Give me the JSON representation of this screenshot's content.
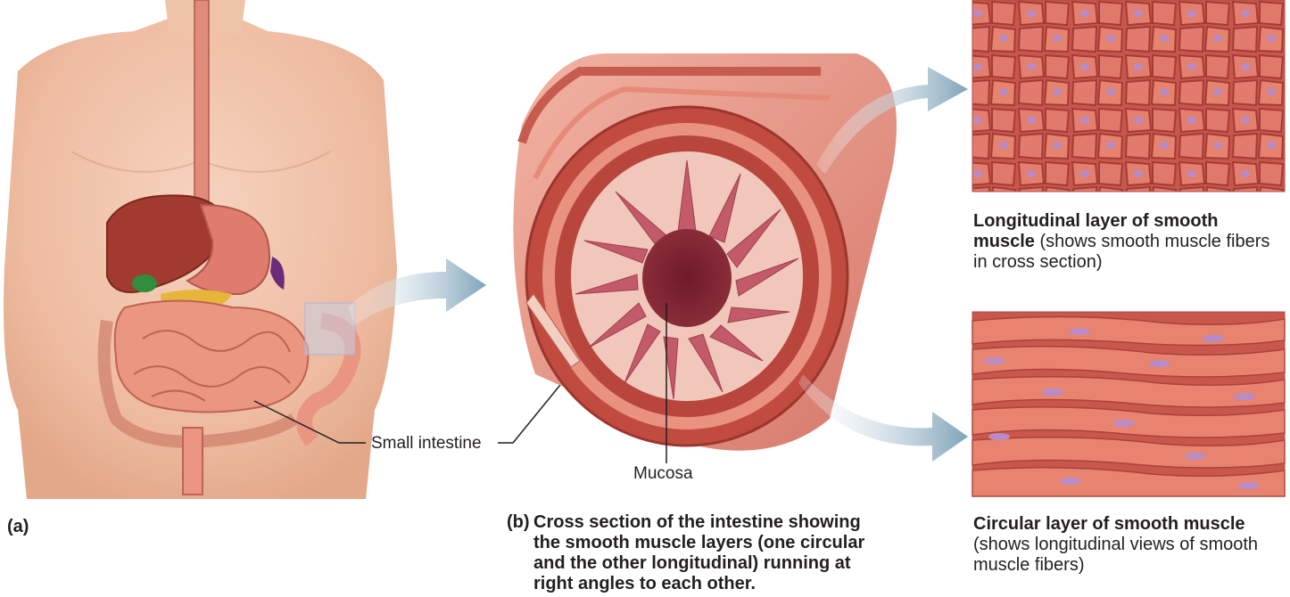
{
  "panel_a": {
    "label": "(a)",
    "organ_label": "Small intestine"
  },
  "panel_b": {
    "mucosa_label": "Mucosa",
    "caption_letter": "(b)",
    "caption_lines": [
      "Cross section of the intestine showing",
      "the smooth muscle layers (one circular",
      "and the other longitudinal) running at",
      "right angles to each other."
    ]
  },
  "longitudinal": {
    "title_bold_1": "Longitudinal layer of smooth",
    "title_bold_2": "muscle",
    "desc_1": " (shows smooth muscle fibers",
    "desc_2": "in cross section)"
  },
  "circular": {
    "title_bold": "Circular layer of smooth muscle",
    "desc_1": "(shows longitudinal views of smooth",
    "desc_2": "muscle fibers)"
  },
  "colors": {
    "skin": "#f2c7ad",
    "muscle": "#d9665a",
    "mucosa": "#7d2331",
    "arrow": "#8fb0c4",
    "nucleus": "#b98bc4"
  }
}
